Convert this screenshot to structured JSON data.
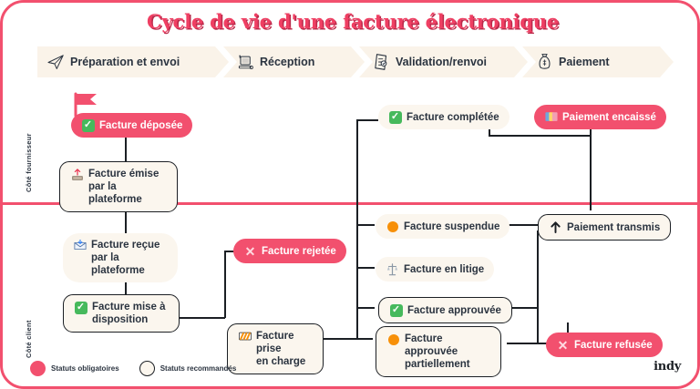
{
  "title": "Cycle de vie d'une facture électronique",
  "brand": "indy",
  "phases": [
    {
      "label": "Préparation et envoi",
      "icon": "paper-plane-icon"
    },
    {
      "label": "Réception",
      "icon": "desktop-computer-icon"
    },
    {
      "label": "Validation/renvoi",
      "icon": "document-check-icon"
    },
    {
      "label": "Paiement",
      "icon": "money-bag-icon"
    }
  ],
  "lanes": {
    "supplier": "Côté fournisseur",
    "client": "Côté client"
  },
  "legend": [
    {
      "label": "Statuts obligatoires",
      "swatch": "pink",
      "color": "#f2506e"
    },
    {
      "label": "Statuts recommandés",
      "swatch": "cream",
      "color": "#fbf6ee"
    }
  ],
  "nodes": [
    {
      "id": "facture-deposee",
      "label": "Facture déposée",
      "type": "mandatory",
      "icon": "green-check-icon",
      "lane": "supplier",
      "phase": "Préparation et envoi"
    },
    {
      "id": "facture-emise",
      "label": "Facture émise\npar la plateforme",
      "type": "recommended",
      "icon": "outbox-tray-icon",
      "lane": "supplier",
      "phase": "Préparation et envoi"
    },
    {
      "id": "facture-completee",
      "label": "Facture complétée",
      "type": "recommended",
      "icon": "green-check-icon",
      "lane": "supplier",
      "phase": "Validation/renvoi"
    },
    {
      "id": "paiement-encaisse",
      "label": "Paiement encaissé",
      "type": "mandatory",
      "icon": "banknotes-icon",
      "lane": "supplier",
      "phase": "Paiement"
    },
    {
      "id": "facture-recue",
      "label": "Facture reçue\npar la plateforme",
      "type": "recommended",
      "icon": "inbox-tray-icon",
      "lane": "client",
      "phase": "Préparation et envoi"
    },
    {
      "id": "facture-mise-a-dispo",
      "label": "Facture mise à\ndisposition",
      "type": "recommended",
      "icon": "green-check-icon",
      "lane": "client",
      "phase": "Préparation et envoi"
    },
    {
      "id": "facture-rejetee",
      "label": "Facture rejetée",
      "type": "mandatory",
      "icon": "red-cross-icon",
      "lane": "client",
      "phase": "Réception"
    },
    {
      "id": "facture-prise-en-charge",
      "label": "Facture prise\nen charge",
      "type": "recommended",
      "icon": "construction-icon",
      "lane": "client",
      "phase": "Réception"
    },
    {
      "id": "facture-suspendue",
      "label": "Facture suspendue",
      "type": "recommended",
      "icon": "orange-dot-icon",
      "lane": "client",
      "phase": "Validation/renvoi"
    },
    {
      "id": "facture-en-litige",
      "label": "Facture en litige",
      "type": "recommended",
      "icon": "balance-scale-icon",
      "lane": "client",
      "phase": "Validation/renvoi"
    },
    {
      "id": "facture-approuvee",
      "label": "Facture approuvée",
      "type": "recommended",
      "icon": "green-check-icon",
      "lane": "client",
      "phase": "Validation/renvoi"
    },
    {
      "id": "facture-approuvee-part",
      "label": "Facture approuvée\npartiellement",
      "type": "recommended",
      "icon": "orange-dot-icon",
      "lane": "client",
      "phase": "Validation/renvoi"
    },
    {
      "id": "paiement-transmis",
      "label": "Paiement transmis",
      "type": "recommended",
      "icon": "up-arrow-icon",
      "lane": "client",
      "phase": "Paiement"
    },
    {
      "id": "facture-refusee",
      "label": "Facture refusée",
      "type": "mandatory",
      "icon": "red-cross-icon",
      "lane": "client",
      "phase": "Paiement"
    }
  ],
  "colors": {
    "accent": "#f2506e",
    "title": "#ef3f63",
    "cream": "#fbf6ee",
    "ribbon": "#faf3e9",
    "ink": "#1b1f24",
    "green": "#46b95c",
    "orange": "#f79009"
  }
}
